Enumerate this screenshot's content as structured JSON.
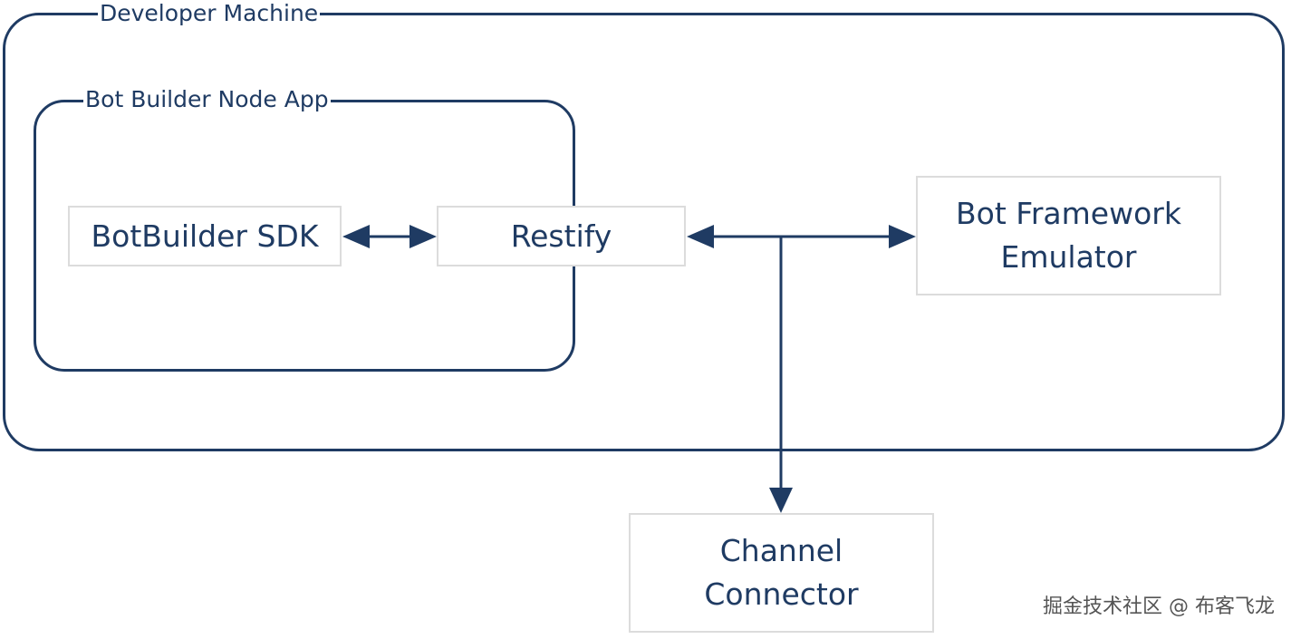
{
  "groups": {
    "developer_machine": "Developer Machine",
    "node_app": "Bot Builder Node App"
  },
  "nodes": {
    "sdk": "BotBuilder SDK",
    "restify": "Restify",
    "emulator": "Bot Framework\nEmulator",
    "channel": "Channel\nConnector"
  },
  "colors": {
    "primary": "#1f3b63",
    "box_border": "#dcdcdc"
  },
  "watermark": "掘金技术社区 @ 布客飞龙"
}
